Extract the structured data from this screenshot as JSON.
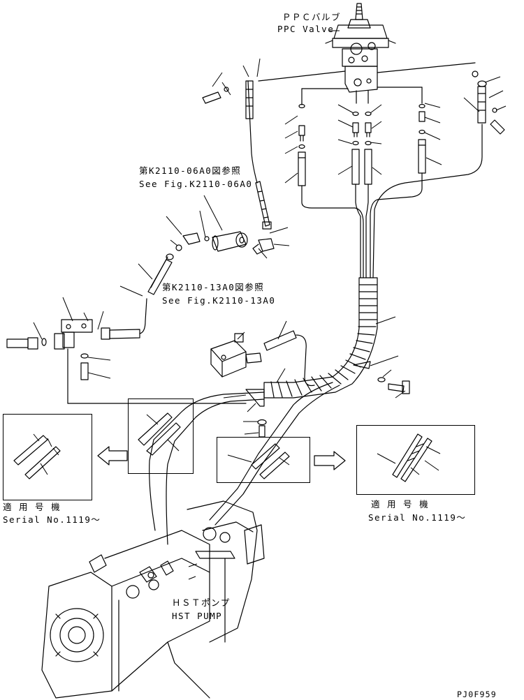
{
  "labels": {
    "ppc_valve_jp": "ＰＰＣバルブ",
    "ppc_valve_en": "PPC Valve",
    "ref1_jp": "第K2110-06A0図参照",
    "ref1_en": "See Fig.K2110-06A0",
    "ref2_jp": "第K2110-13A0図参照",
    "ref2_en": "See Fig.K2110-13A0",
    "serial_left_jp": "適 用 号 機",
    "serial_left_en": "Serial No.1119～",
    "serial_right_jp": "適 用 号 機",
    "serial_right_en": "Serial No.1119～",
    "hst_pump_jp": "ＨＳＴポンプ",
    "hst_pump_en": "HST PUMP",
    "drawing_code": "PJ0F959"
  },
  "colors": {
    "line": "#000000",
    "background": "#ffffff"
  }
}
